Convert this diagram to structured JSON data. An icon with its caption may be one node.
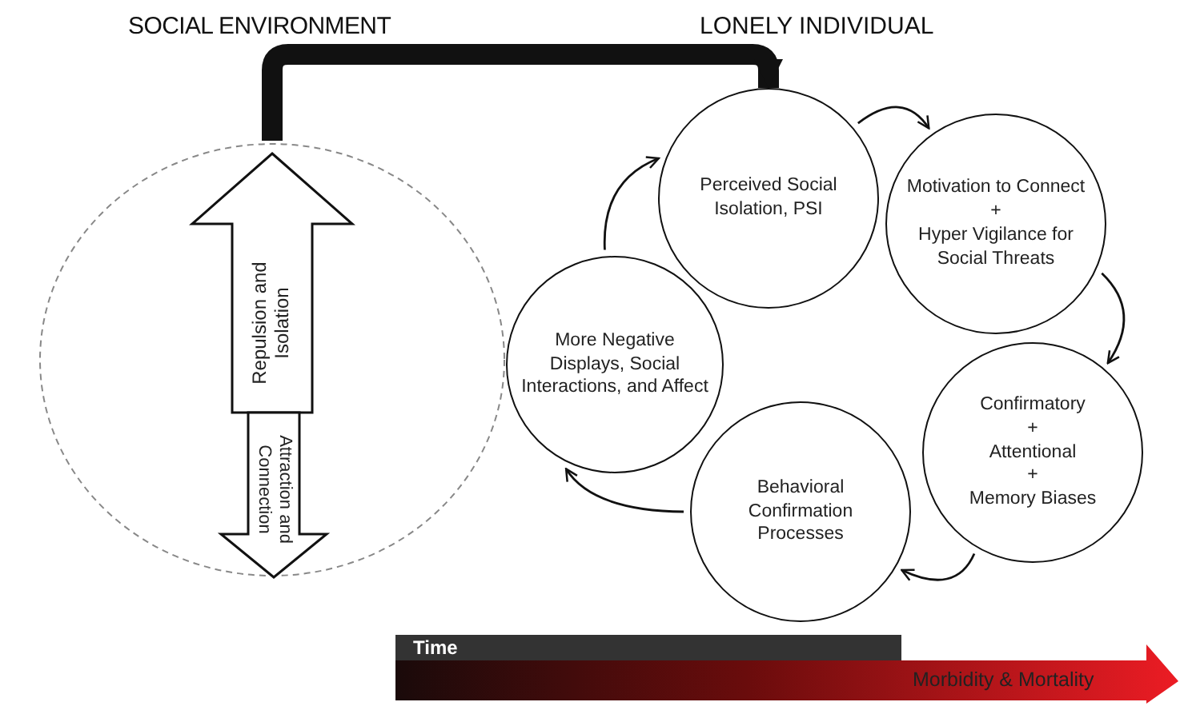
{
  "diagram": {
    "nodes": [
      {
        "text": [
          "SOCIAL ENVIRONMENT"
        ]
      },
      {
        "text": [
          "Repulsion and Isolation"
        ],
        "in": 0
      },
      {
        "text": [
          "Attraction and Connection"
        ],
        "in": 0
      },
      {
        "text": [
          "Perceived Social Isolation, PSI"
        ]
      },
      {
        "text": [
          "Motivation to Connect",
          "+",
          "Hyper Vigilance for Social Threats"
        ]
      },
      {
        "text": [
          "Confirmatory",
          "+",
          "Attentional",
          "+",
          "Memory Biases"
        ]
      },
      {
        "text": [
          "Behavioral Confirmation Processes"
        ]
      },
      {
        "text": [
          "More Negative Displays, Social Interactions, and Affect"
        ]
      }
    ],
    "edges": [
      {
        "from": 0,
        "to": 3,
        "arrow": "to",
        "style": "thick"
      },
      {
        "from": 3,
        "to": 4,
        "arrow": "to"
      },
      {
        "from": 4,
        "to": 5,
        "arrow": "to"
      },
      {
        "from": 5,
        "to": 6,
        "arrow": "to"
      },
      {
        "from": 6,
        "to": 7,
        "arrow": "to"
      },
      {
        "from": 7,
        "to": 3,
        "arrow": "to"
      }
    ],
    "labels": [
      "LONELY INDIVIDUAL",
      "Time",
      "Morbidity & Mortality"
    ]
  }
}
